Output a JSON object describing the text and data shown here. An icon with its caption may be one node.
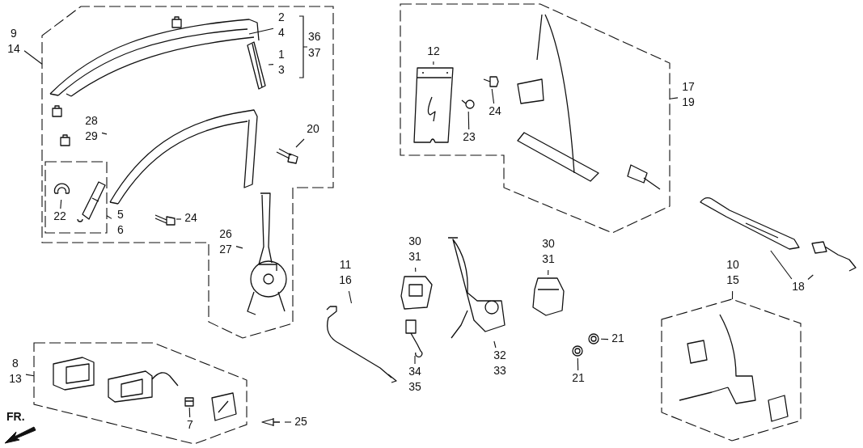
{
  "diagram": {
    "nodes": [
      {
        "text": [],
        "shape": "box"
      },
      {
        "text": [
          "9",
          "14"
        ]
      },
      {
        "text": [],
        "shape": "picture",
        "in": 0
      },
      {
        "text": [
          "2",
          "4"
        ],
        "in": 0
      },
      {
        "text": [],
        "shape": "picture",
        "in": 0
      },
      {
        "text": [
          "1",
          "3"
        ],
        "in": 0
      },
      {
        "text": [],
        "shape": "picture",
        "in": 0
      },
      {
        "text": [
          "28",
          "29"
        ],
        "in": 0
      },
      {
        "text": [],
        "shape": "picture",
        "in": 0
      },
      {
        "text": [
          "20"
        ],
        "in": 0
      },
      {
        "text": [],
        "shape": "box",
        "in": 0
      },
      {
        "text": [],
        "shape": "picture",
        "in": 10
      },
      {
        "text": [
          "22"
        ],
        "in": 10
      },
      {
        "text": [
          "5",
          "6"
        ],
        "in": 0
      },
      {
        "text": [],
        "shape": "picture",
        "in": 0
      },
      {
        "text": [
          "24"
        ],
        "in": 0
      },
      {
        "text": [],
        "shape": "picture",
        "in": 0
      },
      {
        "text": [
          "26",
          "27"
        ],
        "in": 0
      },
      {
        "text": [],
        "shape": "box"
      },
      {
        "text": [],
        "shape": "picture",
        "in": 18
      },
      {
        "text": [
          "7"
        ],
        "in": 18
      },
      {
        "text": [
          "8",
          "13"
        ]
      },
      {
        "text": [],
        "shape": "picture"
      },
      {
        "text": [
          "25"
        ]
      },
      {
        "text": [],
        "shape": "picture"
      },
      {
        "text": [
          "11",
          "16"
        ]
      },
      {
        "text": [],
        "shape": "box"
      },
      {
        "text": [],
        "shape": "picture",
        "in": 26
      },
      {
        "text": [
          "12"
        ],
        "in": 26
      },
      {
        "text": [],
        "shape": "picture",
        "in": 26
      },
      {
        "text": [
          "24"
        ],
        "in": 26
      },
      {
        "text": [],
        "shape": "picture",
        "in": 26
      },
      {
        "text": [
          "23"
        ],
        "in": 26
      },
      {
        "text": [
          "17",
          "19"
        ]
      },
      {
        "text": [],
        "shape": "picture"
      },
      {
        "text": [
          "30",
          "31"
        ]
      },
      {
        "text": [],
        "shape": "picture"
      },
      {
        "text": [
          "32",
          "33"
        ]
      },
      {
        "text": [],
        "shape": "picture"
      },
      {
        "text": [
          "34",
          "35"
        ]
      },
      {
        "text": [],
        "shape": "picture"
      },
      {
        "text": [
          "30",
          "31"
        ]
      },
      {
        "text": [],
        "shape": "picture"
      },
      {
        "text": [],
        "shape": "picture"
      },
      {
        "text": [
          "21"
        ]
      },
      {
        "text": [
          "21"
        ]
      },
      {
        "text": [],
        "shape": "picture"
      },
      {
        "text": [],
        "shape": "picture"
      },
      {
        "text": [
          "18"
        ]
      },
      {
        "text": [],
        "shape": "box"
      },
      {
        "text": [
          "10",
          "15"
        ]
      }
    ],
    "edges": [
      {
        "from": 1,
        "to": 0,
        "arrow": "none"
      },
      {
        "from": 3,
        "to": 2,
        "arrow": "none"
      },
      {
        "from": 5,
        "to": 4,
        "arrow": "none"
      },
      {
        "from": 7,
        "to": 6,
        "arrow": "none"
      },
      {
        "from": 9,
        "to": 8,
        "arrow": "none"
      },
      {
        "from": 12,
        "to": 11,
        "arrow": "none"
      },
      {
        "from": 13,
        "to": 10,
        "arrow": "none"
      },
      {
        "from": 15,
        "to": 14,
        "arrow": "none"
      },
      {
        "from": 17,
        "to": 16,
        "arrow": "none"
      },
      {
        "from": 20,
        "to": 19,
        "arrow": "none"
      },
      {
        "from": 21,
        "to": 18,
        "arrow": "none"
      },
      {
        "from": 23,
        "to": 22,
        "arrow": "none"
      },
      {
        "from": 25,
        "to": 24,
        "arrow": "none"
      },
      {
        "from": 28,
        "to": 27,
        "arrow": "none"
      },
      {
        "from": 30,
        "to": 29,
        "arrow": "none"
      },
      {
        "from": 32,
        "to": 31,
        "arrow": "none"
      },
      {
        "from": 33,
        "to": 26,
        "arrow": "none"
      },
      {
        "from": 35,
        "to": 34,
        "arrow": "none"
      },
      {
        "from": 37,
        "to": 36,
        "arrow": "none"
      },
      {
        "from": 39,
        "to": 38,
        "arrow": "none"
      },
      {
        "from": 41,
        "to": 40,
        "arrow": "none"
      },
      {
        "from": 44,
        "to": 43,
        "arrow": "none"
      },
      {
        "from": 45,
        "to": 42,
        "arrow": "none"
      },
      {
        "from": 48,
        "to": 46,
        "arrow": "none"
      },
      {
        "from": 48,
        "to": 47,
        "arrow": "none"
      },
      {
        "from": 50,
        "to": 49,
        "arrow": "none"
      }
    ],
    "labels": [
      "36",
      "37",
      "FR."
    ]
  }
}
